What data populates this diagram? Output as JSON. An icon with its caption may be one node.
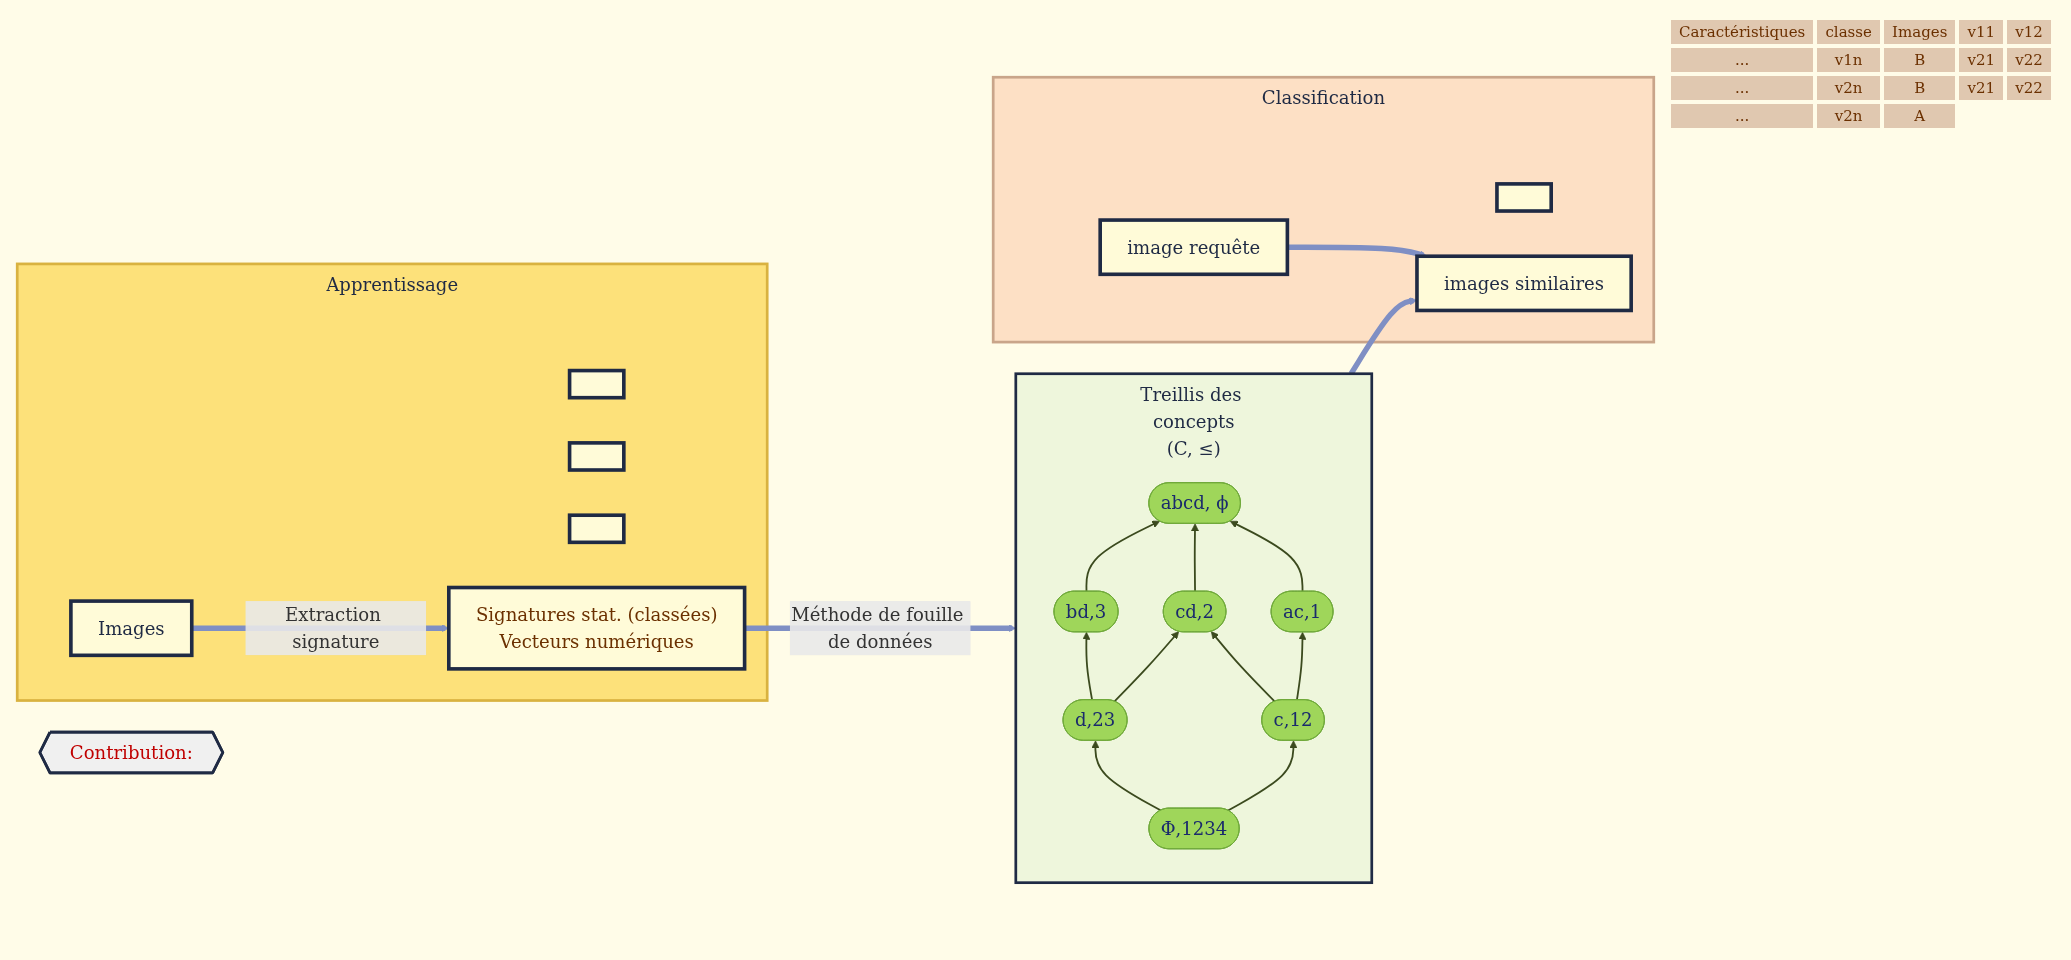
{
  "diagram": {
    "nodes": [
      {
        "text": [
          "Apprentissage"
        ]
      },
      {
        "text": [],
        "shape": "box",
        "in": 0
      },
      {
        "text": [],
        "shape": "box",
        "in": 0
      },
      {
        "text": [],
        "shape": "box",
        "in": 0
      },
      {
        "text": [
          "Images"
        ],
        "in": 0
      },
      {
        "text": [
          "Signatures stat. (classées)",
          "Vecteurs numériques"
        ],
        "in": 0
      },
      {
        "text": [
          "Treillis des concepts",
          "(C, ≤)"
        ]
      },
      {
        "text": [
          "abcd, ϕ"
        ],
        "in": 6
      },
      {
        "text": [
          "bd,3"
        ],
        "in": 6
      },
      {
        "text": [
          "cd,2"
        ],
        "in": 6
      },
      {
        "text": [
          "ac,1"
        ],
        "in": 6
      },
      {
        "text": [
          "d,23"
        ],
        "in": 6
      },
      {
        "text": [
          "c,12"
        ],
        "in": 6
      },
      {
        "text": [
          "Φ,1234"
        ],
        "in": 6
      },
      {
        "text": [
          "Classification"
        ]
      },
      {
        "text": [
          "image requête"
        ],
        "in": 14
      },
      {
        "text": [],
        "shape": "box",
        "in": 14
      },
      {
        "text": [
          "images similaires"
        ],
        "in": 14
      },
      {
        "text": [
          "Contribution:"
        ]
      }
    ],
    "edges": [
      {
        "from": 4,
        "to": 5,
        "arrow": "to",
        "label": "Extraction signature",
        "style": "thick",
        "color": "#7f8fc4"
      },
      {
        "from": 5,
        "to": 6,
        "arrow": "to",
        "label": "Méthode de fouille de données",
        "style": "thick",
        "color": "#7f8fc4"
      },
      {
        "from": 15,
        "to": 17,
        "arrow": "to",
        "style": "thick",
        "color": "#7f8fc4"
      },
      {
        "from": 6,
        "to": 17,
        "arrow": "to",
        "style": "thick",
        "color": "#7f8fc4"
      },
      {
        "from": 8,
        "to": 7,
        "arrow": "to"
      },
      {
        "from": 9,
        "to": 7,
        "arrow": "to"
      },
      {
        "from": 10,
        "to": 7,
        "arrow": "to"
      },
      {
        "from": 11,
        "to": 8,
        "arrow": "to"
      },
      {
        "from": 11,
        "to": 9,
        "arrow": "to"
      },
      {
        "from": 12,
        "to": 9,
        "arrow": "to"
      },
      {
        "from": 12,
        "to": 10,
        "arrow": "to"
      },
      {
        "from": 13,
        "to": 11,
        "arrow": "to"
      },
      {
        "from": 13,
        "to": 12,
        "arrow": "to"
      }
    ],
    "labels": [
      "Caractéristiques",
      "classe",
      "Images",
      "v11",
      "v12",
      "...",
      "v1n",
      "B",
      "v21",
      "v22",
      "...",
      "v2n",
      "B",
      "v21",
      "v22",
      "...",
      "v2n",
      "A"
    ]
  }
}
